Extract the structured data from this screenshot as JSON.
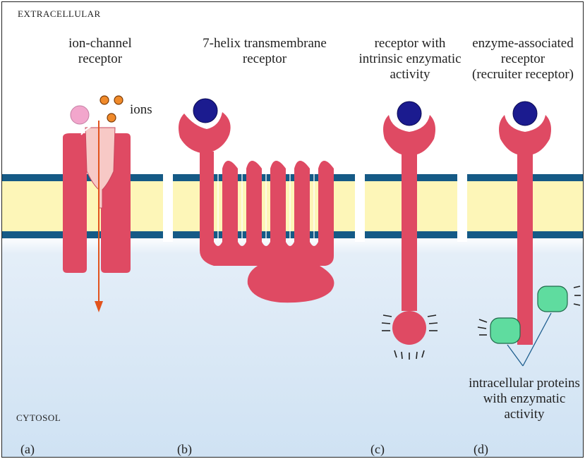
{
  "region_labels": {
    "extracellular": "EXTRACELLULAR",
    "cytosol": "CYTOSOL"
  },
  "receptors": [
    {
      "letter": "(a)",
      "title_lines": [
        "ion-channel",
        "receptor"
      ]
    },
    {
      "letter": "(b)",
      "title_lines": [
        "7-helix transmembrane",
        "receptor"
      ]
    },
    {
      "letter": "(c)",
      "title_lines": [
        "receptor with",
        "intrinsic enzymatic",
        "activity"
      ]
    },
    {
      "letter": "(d)",
      "title_lines": [
        "enzyme-associated",
        "receptor",
        "(recruiter receptor)"
      ]
    }
  ],
  "ions_label": "ions",
  "proteins_label_lines": [
    "intracellular proteins",
    "with enzymatic",
    "activity"
  ],
  "colors": {
    "extracellular_bg": "#ffffff",
    "cytosol_bg": "#d6e7f5",
    "membrane_core": "#fdf6b8",
    "membrane_edge": "#155a86",
    "receptor": "#df4a63",
    "ligand": "#1b1b8f",
    "pink_ligand": "#f2a6cc",
    "ion": "#f08a2a",
    "arrow": "#e2531d",
    "enzyme": "#5fdc9f"
  }
}
